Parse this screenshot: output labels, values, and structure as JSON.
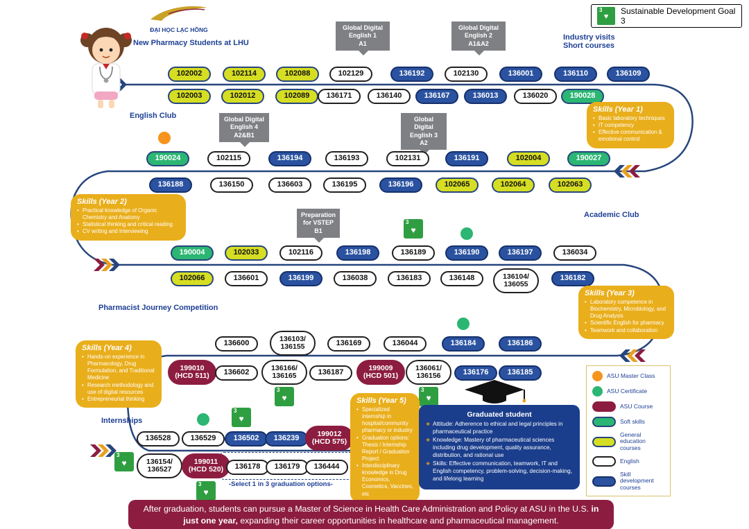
{
  "sdg_badge": {
    "number": "3",
    "label": "Sustainable Development Goal 3"
  },
  "logo": {
    "university": "ĐẠI HỌC LẠC HỒNG"
  },
  "section_labels": {
    "intro": "New Pharmacy Students at LHU",
    "english_club": "English Club",
    "industry_visits": "Industry visits",
    "short_courses": "Short courses",
    "academic_club": "Academic Club",
    "pharmacist_journey": "Pharmacist Journey Competition",
    "internships": "Internships",
    "select_graduation": "-Select 1 in 3 graduation options-"
  },
  "callouts": {
    "gde1": "Global Digital\nEnglish 1\nA1",
    "gde2": "Global Digital\nEnglish 2\nA1&A2",
    "gde4": "Global Digital\nEnglish 4\nA2&B1",
    "gde3": "Global Digital\nEnglish 3\nA2",
    "vstep": "Preparation\nfor VSTEP\nB1"
  },
  "rows": [
    [
      {
        "code": "102002",
        "type": "general"
      },
      {
        "code": "102114",
        "type": "general"
      },
      {
        "code": "102088",
        "type": "general"
      },
      {
        "code": "102129",
        "type": "english"
      },
      {
        "code": "136192",
        "type": "skill"
      },
      {
        "code": "102130",
        "type": "english"
      },
      {
        "code": "136001",
        "type": "skill"
      },
      {
        "code": "136110",
        "type": "skill"
      },
      {
        "code": "136109",
        "type": "skill"
      }
    ],
    [
      {
        "code": "102003",
        "type": "general"
      },
      {
        "code": "102012",
        "type": "general"
      },
      {
        "code": "102089",
        "type": "general"
      },
      {
        "code": "136171",
        "type": "english"
      },
      {
        "code": "136140",
        "type": "english"
      },
      {
        "code": "136167",
        "type": "skill"
      },
      {
        "code": "136013",
        "type": "skill"
      },
      {
        "code": "136020",
        "type": "english"
      },
      {
        "code": "190028",
        "type": "soft"
      }
    ],
    [
      {
        "code": "190024",
        "type": "soft"
      },
      {
        "code": "102115",
        "type": "english"
      },
      {
        "code": "136194",
        "type": "skill"
      },
      {
        "code": "136193",
        "type": "english"
      },
      {
        "code": "102131",
        "type": "english"
      },
      {
        "code": "136191",
        "type": "skill"
      },
      {
        "code": "102004",
        "type": "general"
      },
      {
        "code": "190027",
        "type": "soft"
      }
    ],
    [
      {
        "code": "136188",
        "type": "skill"
      },
      {
        "code": "136150",
        "type": "english"
      },
      {
        "code": "136603",
        "type": "english"
      },
      {
        "code": "136195",
        "type": "english"
      },
      {
        "code": "136196",
        "type": "skill"
      },
      {
        "code": "102065",
        "type": "general"
      },
      {
        "code": "102064",
        "type": "general"
      },
      {
        "code": "102063",
        "type": "general"
      }
    ],
    [
      {
        "code": "190004",
        "type": "soft"
      },
      {
        "code": "102033",
        "type": "general"
      },
      {
        "code": "102116",
        "type": "english"
      },
      {
        "code": "136198",
        "type": "skill"
      },
      {
        "code": "136189",
        "type": "english"
      },
      {
        "code": "136190",
        "type": "skill"
      },
      {
        "code": "136197",
        "type": "skill"
      },
      {
        "code": "136034",
        "type": "english"
      }
    ],
    [
      {
        "code": "102066",
        "type": "general"
      },
      {
        "code": "136601",
        "type": "english"
      },
      {
        "code": "136199",
        "type": "skill"
      },
      {
        "code": "136038",
        "type": "english"
      },
      {
        "code": "136183",
        "type": "english"
      },
      {
        "code": "136148",
        "type": "english"
      },
      {
        "code": "136104/\n136055",
        "type": "english"
      },
      {
        "code": "136182",
        "type": "skill"
      }
    ],
    [
      {
        "code": "136600",
        "type": "english"
      },
      {
        "code": "136103/\n136155",
        "type": "english"
      },
      {
        "code": "136169",
        "type": "english"
      },
      {
        "code": "136044",
        "type": "english"
      },
      {
        "code": "136184",
        "type": "skill"
      },
      {
        "code": "136186",
        "type": "skill"
      }
    ],
    [
      {
        "code": "199010\n(HCD 511)",
        "type": "asu"
      },
      {
        "code": "136602",
        "type": "english"
      },
      {
        "code": "136166/\n136165",
        "type": "english"
      },
      {
        "code": "136187",
        "type": "english"
      },
      {
        "code": "199009\n(HCD 501)",
        "type": "asu"
      },
      {
        "code": "136061/\n136156",
        "type": "english"
      },
      {
        "code": "136176",
        "type": "skill"
      },
      {
        "code": "136185",
        "type": "skill"
      }
    ],
    [
      {
        "code": "136528",
        "type": "english"
      },
      {
        "code": "136529",
        "type": "english"
      },
      {
        "code": "136502",
        "type": "skill"
      },
      {
        "code": "136239",
        "type": "skill"
      },
      {
        "code": "199012\n(HCD 575)",
        "type": "asu"
      }
    ],
    [
      {
        "code": "136154/\n136527",
        "type": "english"
      },
      {
        "code": "199011\n(HCD 520)",
        "type": "asu"
      },
      {
        "code": "136178",
        "type": "english"
      },
      {
        "code": "136179",
        "type": "english"
      },
      {
        "code": "136444",
        "type": "english"
      }
    ]
  ],
  "skills": {
    "year1": {
      "title": "Skills (Year 1)",
      "items": [
        "Basic laboratory techniques",
        "IT competency",
        "Effective communication & emotional control"
      ]
    },
    "year2": {
      "title": "Skills (Year 2)",
      "items": [
        "Practical knowledge of Organic Chemistry and Anatomy",
        "Statistical thinking and critical reading",
        "CV writing and Interviewing"
      ]
    },
    "year3": {
      "title": "Skills (Year 3)",
      "items": [
        "Laboratory competence in Biochemistry, Microbiology, and Drug Analysis",
        "Scientific English for pharmacy",
        "Teamwork and collaboration"
      ]
    },
    "year4": {
      "title": "Skills (Year 4)",
      "items": [
        "Hands-on experience in Pharmacology, Drug Formulation, and Traditional Medicine",
        "Research methodology and use of digital resources",
        "Entrepreneurial thinking"
      ]
    },
    "year5": {
      "title": "Skills (Year 5)",
      "items": [
        "Specialized internship in hospital/community pharmacy or industry",
        "Graduation options: Thesis / Internship Report / Graduation Project",
        "Interdisciplinary knowledge in Drug Economics, Cosmetics, Vaccines, etc"
      ]
    }
  },
  "graduate": {
    "title": "Graduated student",
    "items": [
      "Attitude: Adherence to ethical and legal principles in pharmaceutical practice",
      "Knowledge: Mastery of pharmaceutical sciences including drug development, quality assurance, distribution, and rational use",
      "Skills: Effective communication, teamwork, IT and English competency, problem-solving, decision-making, and lifelong learning"
    ]
  },
  "legend": {
    "items": [
      {
        "label": "ASU Master Class",
        "swatch": "orange-circle"
      },
      {
        "label": "ASU Certificate",
        "swatch": "green-circle"
      },
      {
        "label": "ASU Course",
        "swatch": "maroon-pill"
      },
      {
        "label": "Soft skills",
        "swatch": "green-pill"
      },
      {
        "label": "General education courses",
        "swatch": "yellow-pill"
      },
      {
        "label": "English",
        "swatch": "white-pill"
      },
      {
        "label": "Skill development courses",
        "swatch": "blue-pill"
      }
    ]
  },
  "footer": {
    "before": "After graduation, students can pursue a Master of Science in Health Care Administration and Policy at ASU in the U.S. ",
    "bold": "in just one year,",
    "after": " expanding their career opportunities in healthcare and pharmaceutical management."
  },
  "icons": {
    "sdg3": "SDG 3 Good Health and Well-Being",
    "graduation_cap": "graduation cap",
    "mascot": "pharmacy student mascot"
  },
  "palette": {
    "general": "#d6de23",
    "english": "#ffffff",
    "skill": "#2a52a0",
    "soft": "#2bb673",
    "asu": "#8c1d40",
    "gold_callout": "#e9ae1b",
    "navy": "#1d3f94",
    "orange": "#f7941d"
  }
}
